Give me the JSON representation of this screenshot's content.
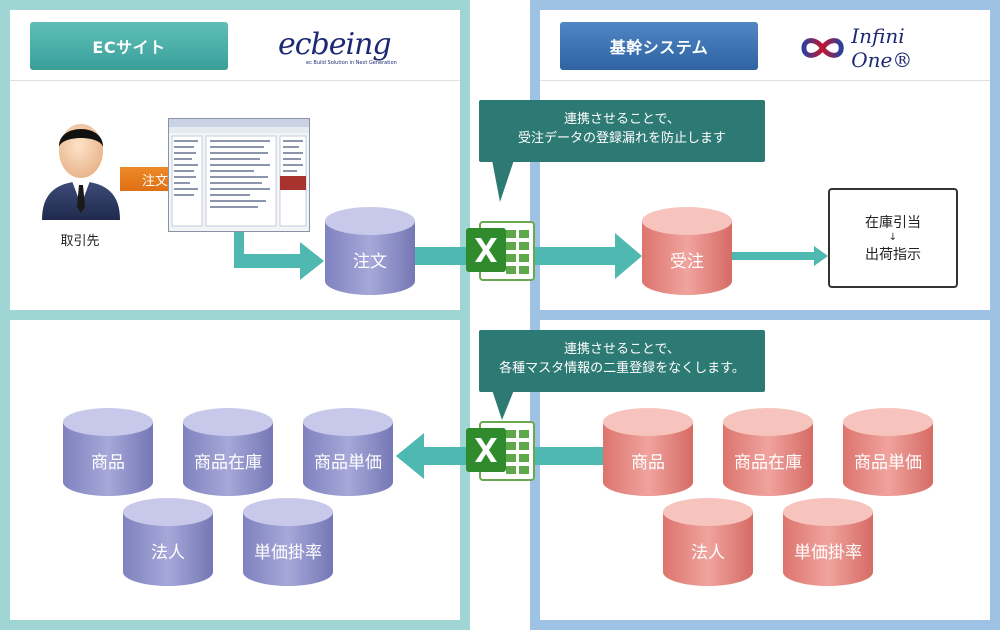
{
  "left": {
    "title": "ECサイト",
    "logo": {
      "main": "ecbeing",
      "sub": "ec Build Solution in Next Generation"
    },
    "customer_label": "取引先",
    "order_tag": "注文",
    "order_db": "注文"
  },
  "right": {
    "title": "基幹システム",
    "logo": {
      "main": "Infini One®"
    },
    "order_db": "受注",
    "stock_box": {
      "line1": "在庫引当",
      "arrow": "↓",
      "line2": "出荷指示"
    }
  },
  "callouts": {
    "top": {
      "line1": "連携させることで、",
      "line2": "受注データの登録漏れを防止します"
    },
    "bottom": {
      "line1": "連携させることで、",
      "line2": "各種マスタ情報の二重登録をなくします。"
    }
  },
  "master_left": [
    "商品",
    "商品在庫",
    "商品単価",
    "法人",
    "単価掛率"
  ],
  "master_right": [
    "商品",
    "商品在庫",
    "商品単価",
    "法人",
    "単価掛率"
  ],
  "colors": {
    "teal_frame": "#9fd6d4",
    "blue_frame": "#9ec2e3",
    "arrow_teal": "#4fb8b1",
    "callout": "#2d7a75",
    "cyl_purple": "#8f92c8",
    "cyl_red": "#e58580",
    "order_orange": "#e87817"
  }
}
